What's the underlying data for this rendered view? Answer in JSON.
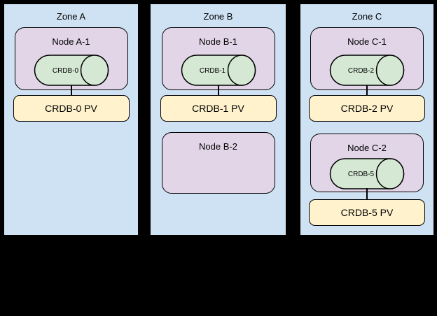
{
  "colors": {
    "background": "#000000",
    "zone_fill": "#cfe2f3",
    "node_fill": "#e1d5e7",
    "cylinder_fill": "#d5e8d4",
    "pv_fill": "#fff2cc",
    "border": "#000000"
  },
  "zones": [
    {
      "title": "Zone A",
      "nodes": [
        {
          "label": "Node A-1",
          "cylinder_label": "CRDB-0",
          "pv_label": "CRDB-0 PV"
        }
      ]
    },
    {
      "title": "Zone B",
      "nodes": [
        {
          "label": "Node B-1",
          "cylinder_label": "CRDB-1",
          "pv_label": "CRDB-1 PV"
        },
        {
          "label": "Node B-2"
        }
      ]
    },
    {
      "title": "Zone C",
      "nodes": [
        {
          "label": "Node C-1",
          "cylinder_label": "CRDB-2",
          "pv_label": "CRDB-2 PV"
        },
        {
          "label": "Node C-2",
          "cylinder_label": "CRDB-5",
          "pv_label": "CRDB-5 PV"
        }
      ]
    }
  ]
}
